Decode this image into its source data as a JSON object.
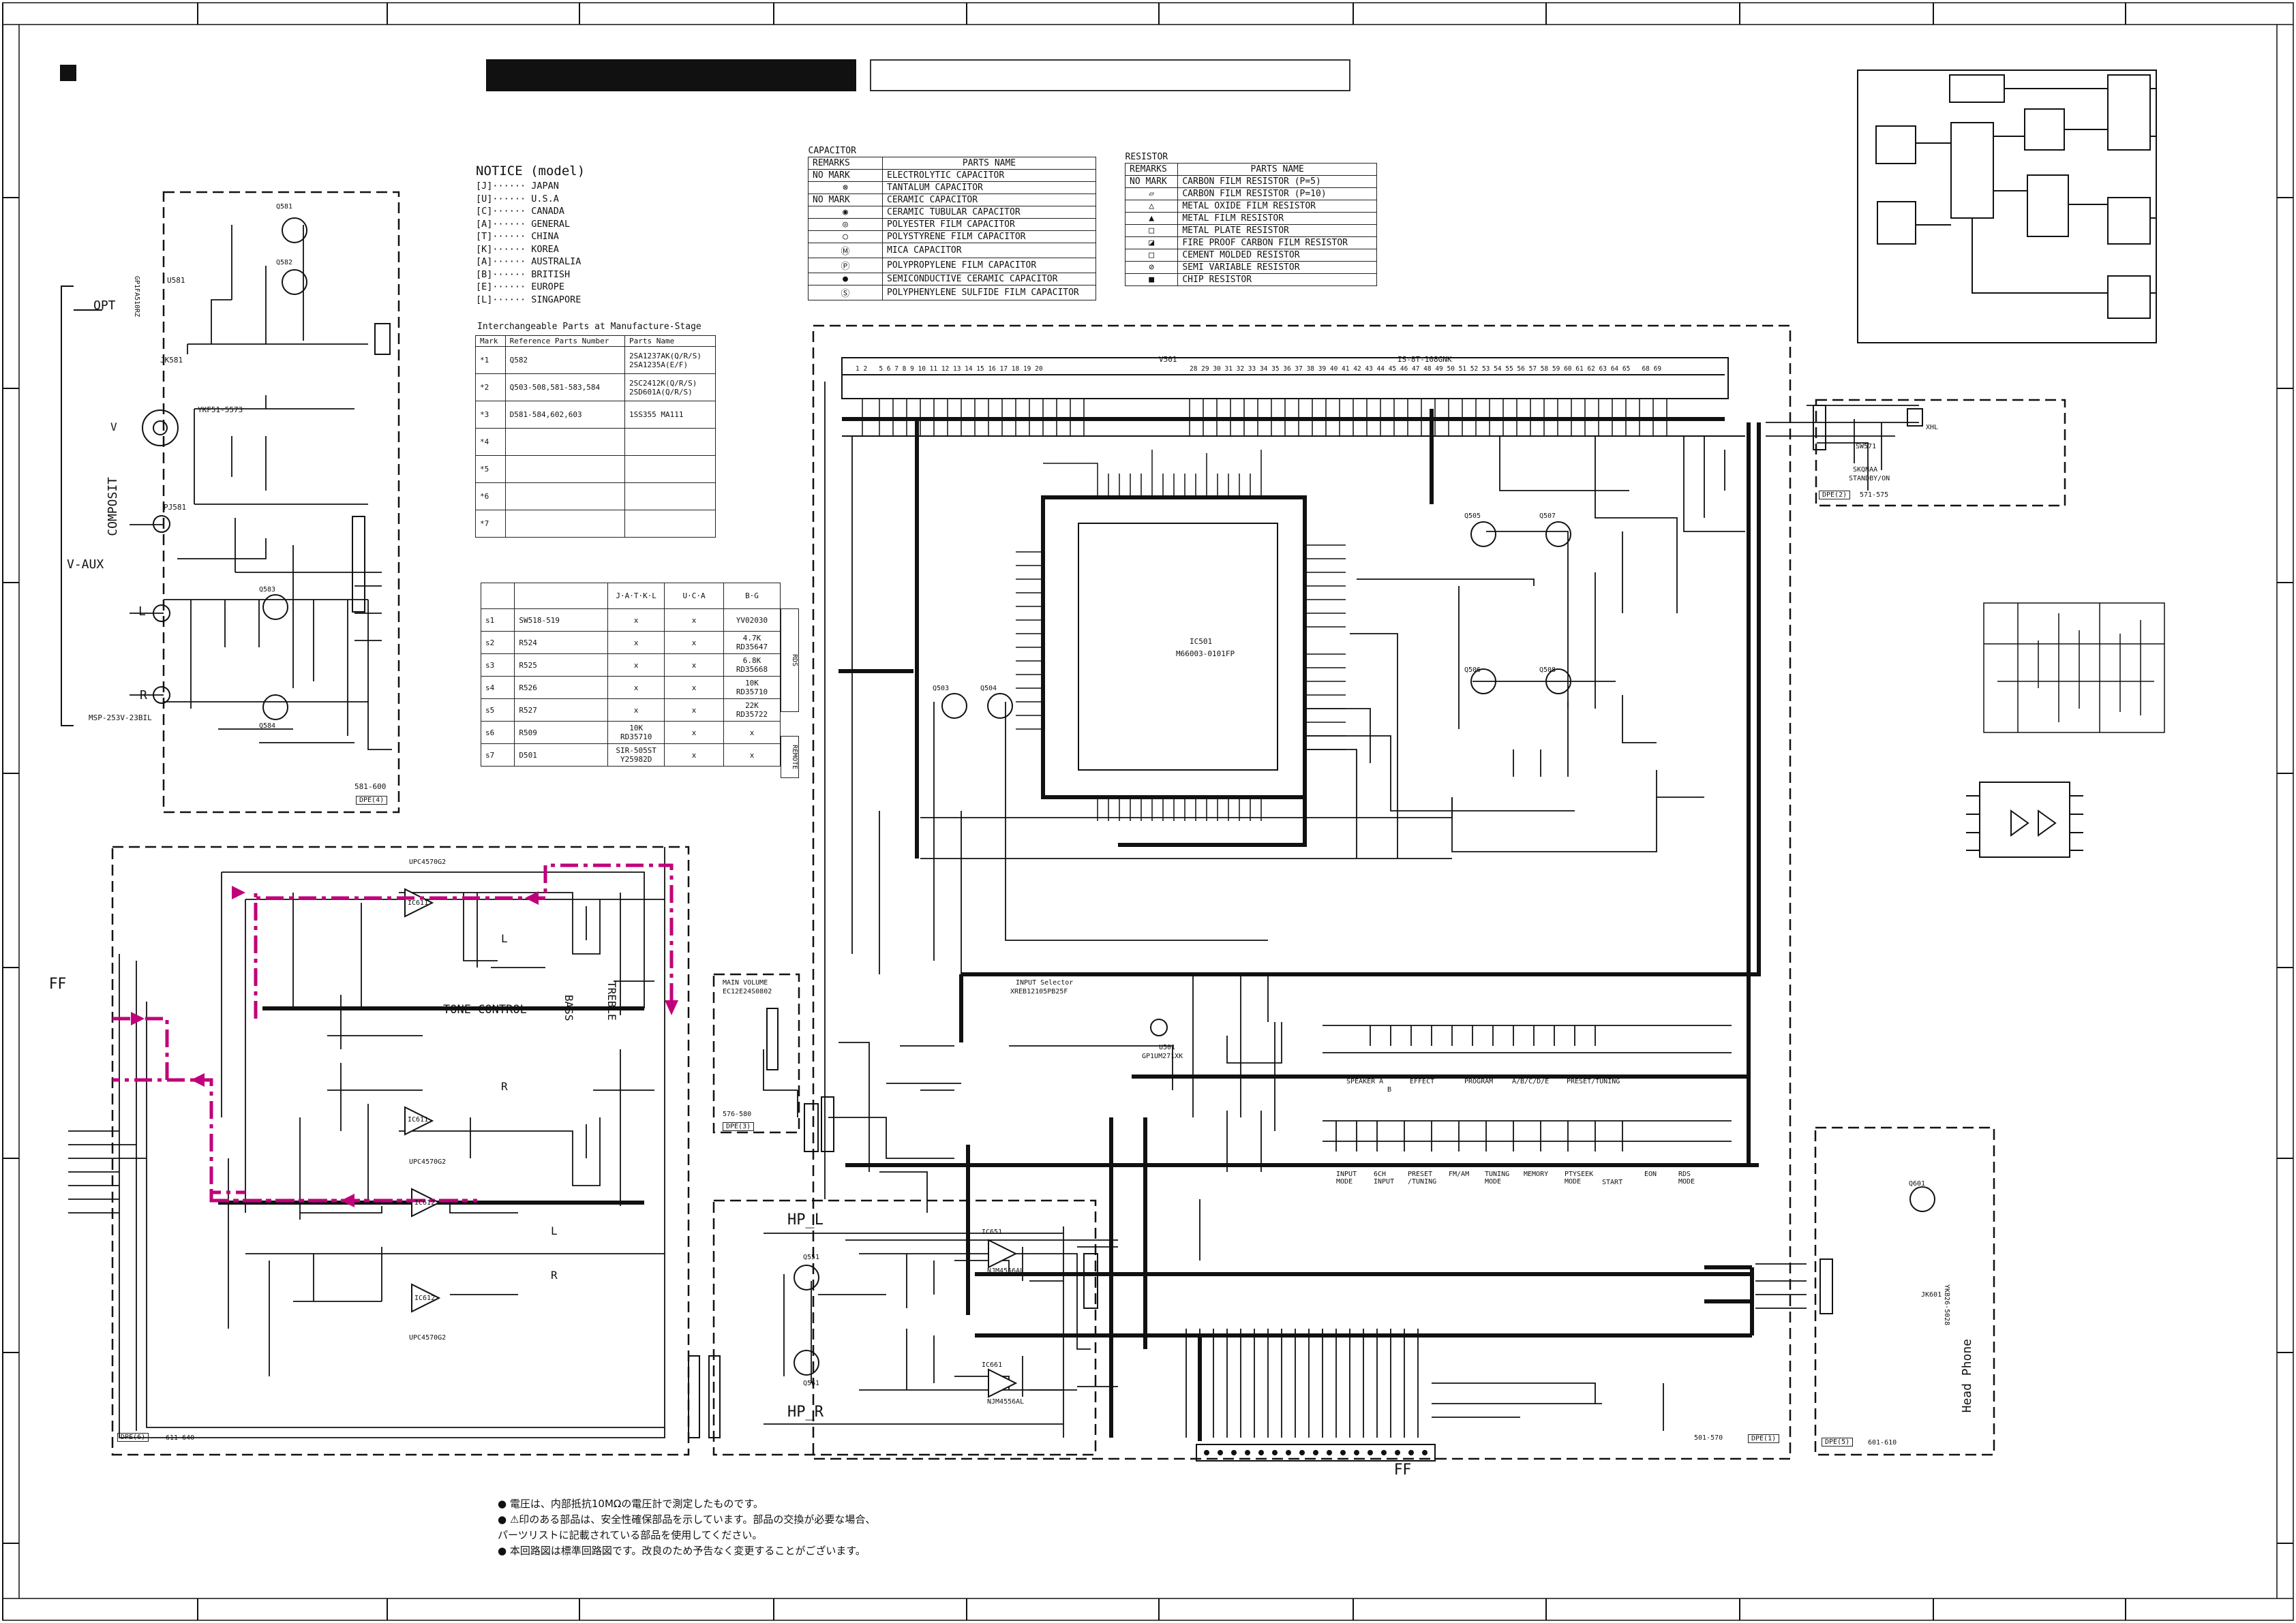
{
  "header": {
    "notice_title": "NOTICE (model)",
    "notice_items": [
      "[J]······ JAPAN",
      "[U]······ U.S.A",
      "[C]······ CANADA",
      "[A]······ GENERAL",
      "[T]······ CHINA",
      "[K]······ KOREA",
      "[A]······ AUSTRALIA",
      "[B]······ BRITISH",
      "[E]······ EUROPE",
      "[L]······ SINGAPORE"
    ]
  },
  "interchangeable": {
    "title": "Interchangeable Parts at Manufacture-Stage",
    "headers": [
      "Mark",
      "Reference Parts Number",
      "Parts Name"
    ],
    "rows": [
      [
        "*1",
        "Q582",
        "2SA1237AK(Q/R/S) 2SA1235A(E/F)"
      ],
      [
        "*2",
        "Q503-508,581-583,584",
        "2SC2412K(Q/R/S) 2SD601A(Q/R/S)"
      ],
      [
        "*3",
        "D581-584,602,603",
        "1SS355 MA111"
      ],
      [
        "*4",
        "",
        ""
      ],
      [
        "*5",
        "",
        ""
      ],
      [
        "*6",
        "",
        ""
      ],
      [
        "*7",
        "",
        ""
      ]
    ]
  },
  "region_table": {
    "headers": [
      "",
      "",
      "J·A·T·K·L",
      "U·C·A",
      "B·G"
    ],
    "rows": [
      [
        "s1",
        "SW518-519",
        "x",
        "x",
        "YV02030"
      ],
      [
        "s2",
        "R524",
        "x",
        "x",
        "4.7K RD35647"
      ],
      [
        "s3",
        "R525",
        "x",
        "x",
        "6.8K RD35668"
      ],
      [
        "s4",
        "R526",
        "x",
        "x",
        "10K RD35710"
      ],
      [
        "s5",
        "R527",
        "x",
        "x",
        "22K RD35722"
      ],
      [
        "s6",
        "R509",
        "10K RD35710",
        "x",
        "x"
      ],
      [
        "s7",
        "D501",
        "SIR-505ST Y25982D",
        "x",
        "x"
      ]
    ],
    "side_labels": [
      "RDS",
      "REMOTE"
    ]
  },
  "capacitor_table": {
    "title": "CAPACITOR",
    "headers": [
      "REMARKS",
      "PARTS NAME"
    ],
    "rows": [
      [
        "NO MARK",
        "ELECTROLYTIC CAPACITOR"
      ],
      [
        "⊗",
        "TANTALUM CAPACITOR"
      ],
      [
        "NO MARK",
        "CERAMIC CAPACITOR"
      ],
      [
        "◉",
        "CERAMIC TUBULAR CAPACITOR"
      ],
      [
        "◎",
        "POLYESTER FILM CAPACITOR"
      ],
      [
        "○",
        "POLYSTYRENE FILM CAPACITOR"
      ],
      [
        "Ⓜ",
        "MICA CAPACITOR"
      ],
      [
        "Ⓟ",
        "POLYPROPYLENE FILM CAPACITOR"
      ],
      [
        "●",
        "SEMICONDUCTIVE CERAMIC CAPACITOR"
      ],
      [
        "Ⓢ",
        "POLYPHENYLENE SULFIDE FILM CAPACITOR"
      ]
    ]
  },
  "resistor_table": {
    "title": "RESISTOR",
    "headers": [
      "REMARKS",
      "PARTS NAME"
    ],
    "rows": [
      [
        "NO MARK",
        "CARBON FILM RESISTOR (P=5)"
      ],
      [
        "▱",
        "CARBON FILM RESISTOR (P=10)"
      ],
      [
        "△",
        "METAL OXIDE FILM RESISTOR"
      ],
      [
        "▲",
        "METAL FILM RESISTOR"
      ],
      [
        "□",
        "METAL PLATE RESISTOR"
      ],
      [
        "◪",
        "FIRE PROOF CARBON FILM RESISTOR"
      ],
      [
        "□",
        "CEMENT MOLDED RESISTOR"
      ],
      [
        "⊘",
        "SEMI VARIABLE RESISTOR"
      ],
      [
        "■",
        "CHIP RESISTOR"
      ]
    ]
  },
  "labels": {
    "opt": "OPT",
    "composit": "COMPOSIT",
    "v_aux": "V-AUX",
    "v_label": "V",
    "l_label": "L",
    "r_label": "R",
    "tone_control": "TONE CONTROL",
    "bass": "BASS",
    "treble": "TREBLE",
    "l_ch": "L",
    "r_ch": "R",
    "hp_l": "HP_L",
    "hp_r": "HP_R",
    "head_phone": "Head Phone",
    "ic501": "IC501",
    "ic501_part": "M66003-0101FP",
    "v501": "V501",
    "v501_part": "IS-8T-108GNK",
    "main_volume": "MAIN VOLUME",
    "main_volume_part": "EC12E24S0802",
    "input_selector": "INPUT Selector",
    "input_selector_part": "XREB12105PB25F",
    "ic611": "IC611",
    "ic612": "IC612",
    "upc": "UPC4570G2",
    "ic651": "IC651",
    "ic661": "IC661",
    "njm": "NJM4556AL",
    "u501": "U501",
    "u501_part": "GP1UM271XK",
    "standby": "STANDBY/ON",
    "sw571": "SW571",
    "sw571_part": "SKQNAA",
    "xhl": "XHL",
    "jk581": "JK581",
    "jk581_part": "YKF51-5573",
    "pj581": "PJ581",
    "pj581_part": "MSP-253V-23BIL",
    "u581": "U581",
    "u581_part": "GP1FA510RZ",
    "jk601": "JK601",
    "jk601_part": "YKB26-5028",
    "tr_labels": [
      "Q581",
      "Q582",
      "Q583",
      "Q584",
      "Q503",
      "Q504",
      "Q505",
      "Q506",
      "Q507",
      "Q508",
      "Q551",
      "Q561",
      "Q601"
    ],
    "connector_tags": [
      "DPE(4)",
      "DPE(6)",
      "DPE(3)",
      "DPE(1)",
      "DPE(2)",
      "DPE(5)"
    ],
    "ranges": [
      "581-600",
      "611-640",
      "576-580",
      "501-570",
      "571-575",
      "601-610"
    ],
    "ff": "FF",
    "sw_top_labels": [
      "SPEAKER A",
      "B",
      "EFFECT",
      "PROGRAM",
      "A/B/C/D/E",
      "PRESET/TUNING"
    ],
    "sw_bot_labels": [
      "INPUT MODE",
      "6CH INPUT",
      "PRESET /TUNING",
      "FM/AM",
      "TUNING MODE",
      "MEMORY",
      "PTYSEEK MODE",
      "START",
      "EON",
      "RDS MODE"
    ],
    "pin_numbers_left": "1 2   5 6 7 8 9 10 11 12 13 14 15 16 17 18 19 20",
    "pin_numbers_right": "28 29 30 31 32 33 34 35 36 37 38 39 40 41 42 43 44 45 46 47 48 49 50 51 52 53 54 55 56 57 58 59 60 61 62 63 64 65   68 69"
  },
  "notes": [
    "● 電圧は、内部抵抗10MΩの電圧計で測定したものです。",
    "● ⚠印のある部品は、安全性確保部品を示しています。部品の交換が必要な場合、",
    "   パーツリストに記載されている部品を使用してください。",
    "● 本回路図は標準回路図です。改良のため予告なく変更することがございます。"
  ],
  "colors": {
    "ink": "#111111",
    "signal_path": "#c0007a",
    "background": "#ffffff"
  }
}
